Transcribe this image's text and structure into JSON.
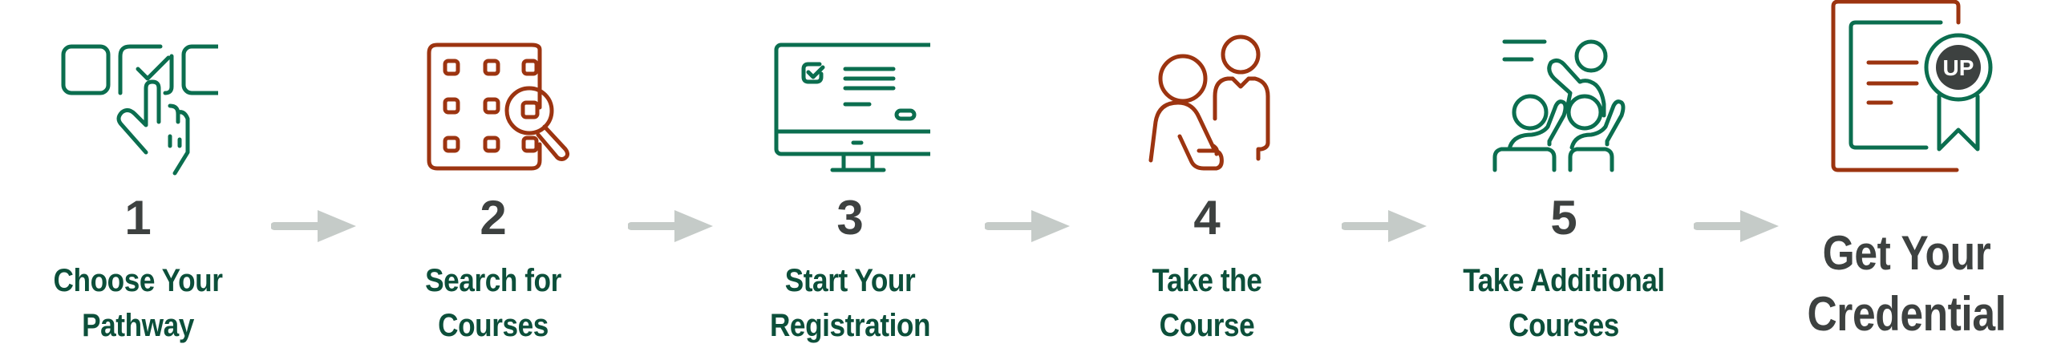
{
  "colors": {
    "green": "#0b6e4f",
    "rust": "#9c3410",
    "number": "#3d4140",
    "label_green": "#0c4f3a",
    "arrow": "#c5cbc8"
  },
  "steps": [
    {
      "number": "1",
      "label_line1": "Choose Your",
      "label_line2": "Pathway",
      "icon": "hand-select-checkbox-icon"
    },
    {
      "number": "2",
      "label_line1": "Search for",
      "label_line2": "Courses",
      "icon": "grid-search-icon"
    },
    {
      "number": "3",
      "label_line1": "Start Your",
      "label_line2": "Registration",
      "icon": "computer-form-icon"
    },
    {
      "number": "4",
      "label_line1": "Take the",
      "label_line2": "Course",
      "icon": "tutor-student-icon"
    },
    {
      "number": "5",
      "label_line1": "Take Additional",
      "label_line2": "Courses",
      "icon": "classroom-icon"
    }
  ],
  "final": {
    "label_line1": "Get Your",
    "label_line2": "Credential",
    "icon": "certificate-icon",
    "badge_text": "UP"
  }
}
